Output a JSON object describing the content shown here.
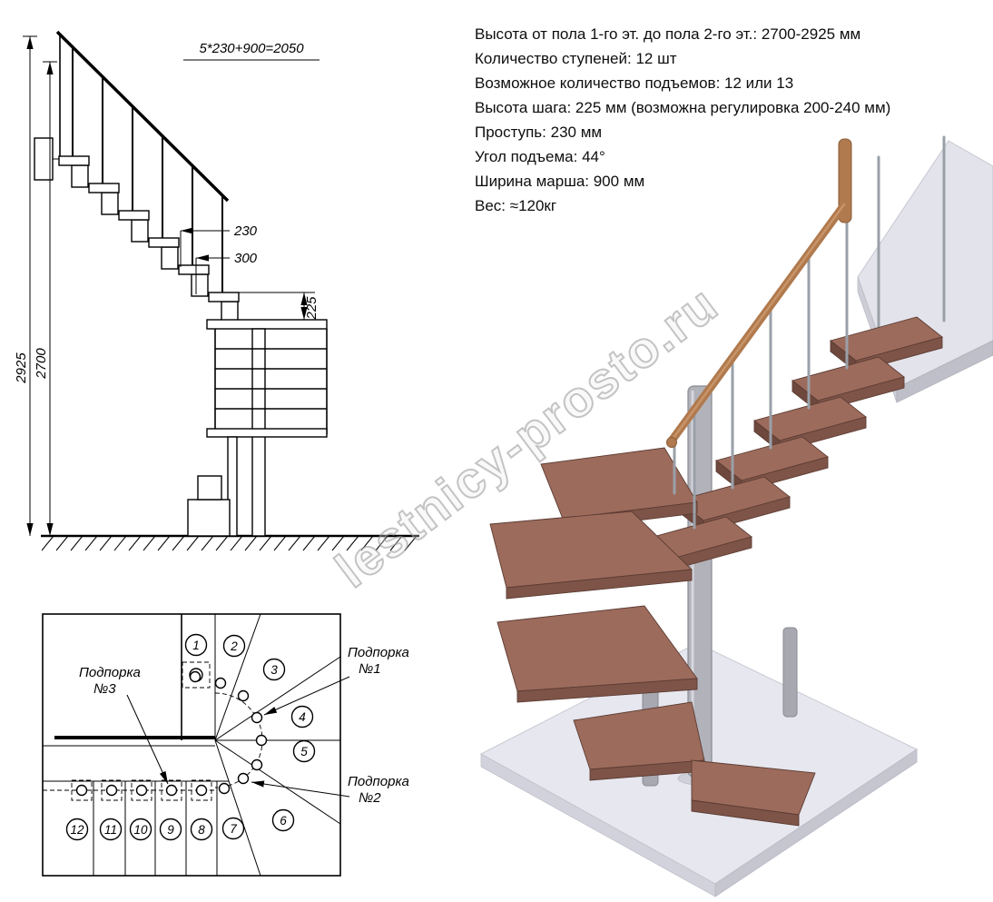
{
  "specs": {
    "lines": [
      "Высота от пола 1-го эт. до пола 2-го эт.: 2700-2925 мм",
      "Количество ступеней: 12 шт",
      "Возможное количество подъемов: 12 или 13",
      "Высота шага: 225 мм (возможна регулировка 200-240 мм)",
      "Проступь: 230 мм",
      "Угол подъема: 44°",
      "Ширина марша: 900 мм",
      "Вес: ≈120кг"
    ]
  },
  "elevation": {
    "dim_total_run": "5*230+900=2050",
    "dim_total_height": "2925",
    "dim_floor_height": "2700",
    "dim_tread_depth": "230",
    "dim_winder_depth": "300",
    "dim_step_rise": "225"
  },
  "plan": {
    "step_numbers": [
      "1",
      "2",
      "3",
      "4",
      "5",
      "6",
      "7",
      "8",
      "9",
      "10",
      "11",
      "12"
    ],
    "support1_line1": "Подпорка",
    "support1_line2": "№1",
    "support2_line1": "Подпорка",
    "support2_line2": "№2",
    "support3_line1": "Подпорка",
    "support3_line2": "№3"
  },
  "watermark": "lestnicy-prosto.ru",
  "colors": {
    "wood_top": "#9c6b5c",
    "wood_front": "#7e5448",
    "wood_side": "#6e483d",
    "metal": "#a8a8b0",
    "handrail_wood": "#b07a4e",
    "floor_slab": "#e7e7ef",
    "line": "#000000"
  }
}
